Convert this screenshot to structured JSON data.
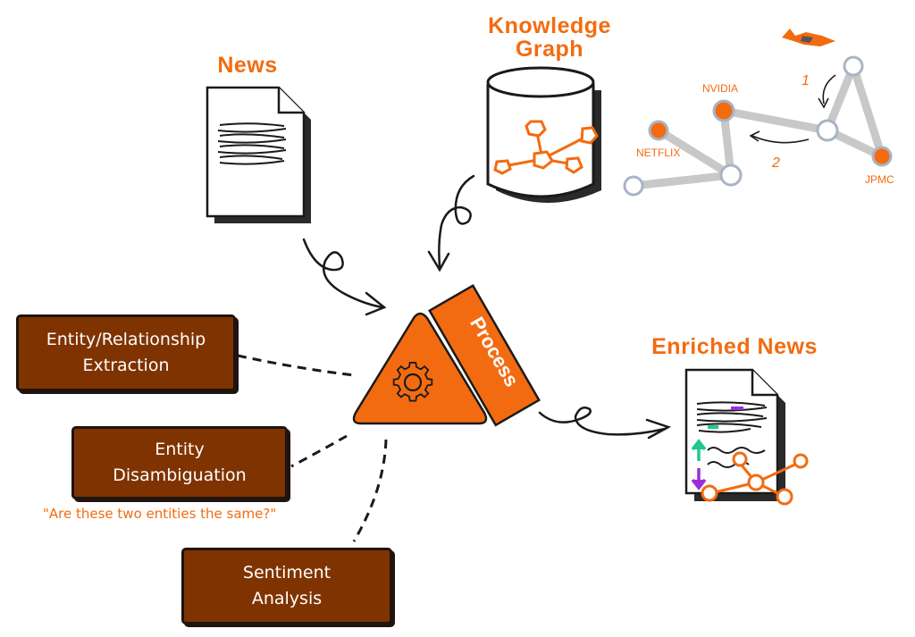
{
  "titles": {
    "news": "News",
    "knowledge_graph_line1": "Knowledge",
    "knowledge_graph_line2": "Graph",
    "enriched_news": "Enriched News"
  },
  "process_label": "Process",
  "boxes": {
    "entity_relationship_line1": "Entity/Relationship",
    "entity_relationship_line2": "Extraction",
    "entity_disambiguation_line1": "Entity",
    "entity_disambiguation_line2": "Disambiguation",
    "sentiment_line1": "Sentiment",
    "sentiment_line2": "Analysis"
  },
  "disambiguation_note": "\"Are these two entities the same?\"",
  "graph_example": {
    "nodes": [
      "NVIDIA",
      "NETFLIX",
      "JPMC"
    ],
    "steps": [
      "1",
      "2"
    ]
  },
  "colors": {
    "accent": "#f36b10",
    "box_fill": "#7f3300",
    "outline": "#1f140e",
    "graph_edge": "#c8c8c8",
    "green": "#1fc98a",
    "purple": "#9b2fd6"
  }
}
